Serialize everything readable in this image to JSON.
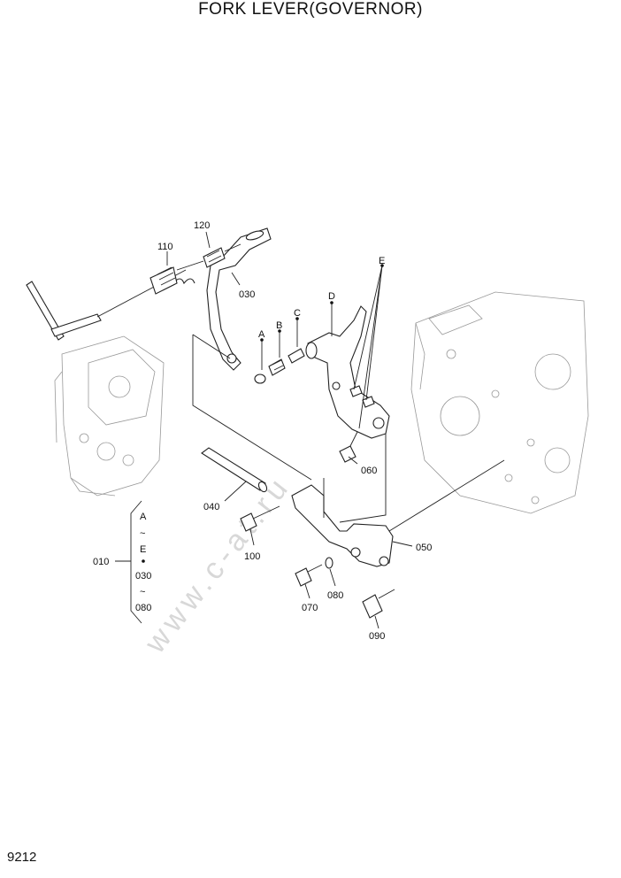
{
  "title": "FORK LEVER(GOVERNOR)",
  "page_number": "9212",
  "watermark": "www.c-at.ru",
  "callouts": {
    "p010": "010",
    "p030": "030",
    "p040": "040",
    "p050": "050",
    "p060": "060",
    "p070": "070",
    "p080": "080",
    "p090": "090",
    "p100": "100",
    "p110": "110",
    "p120": "120",
    "A": "A",
    "B": "B",
    "C": "C",
    "D": "D",
    "E": "E"
  },
  "kit_bracket": {
    "start": "A",
    "tilde1": "~",
    "mid": "E",
    "from": "030",
    "tilde2": "~",
    "to": "080"
  }
}
